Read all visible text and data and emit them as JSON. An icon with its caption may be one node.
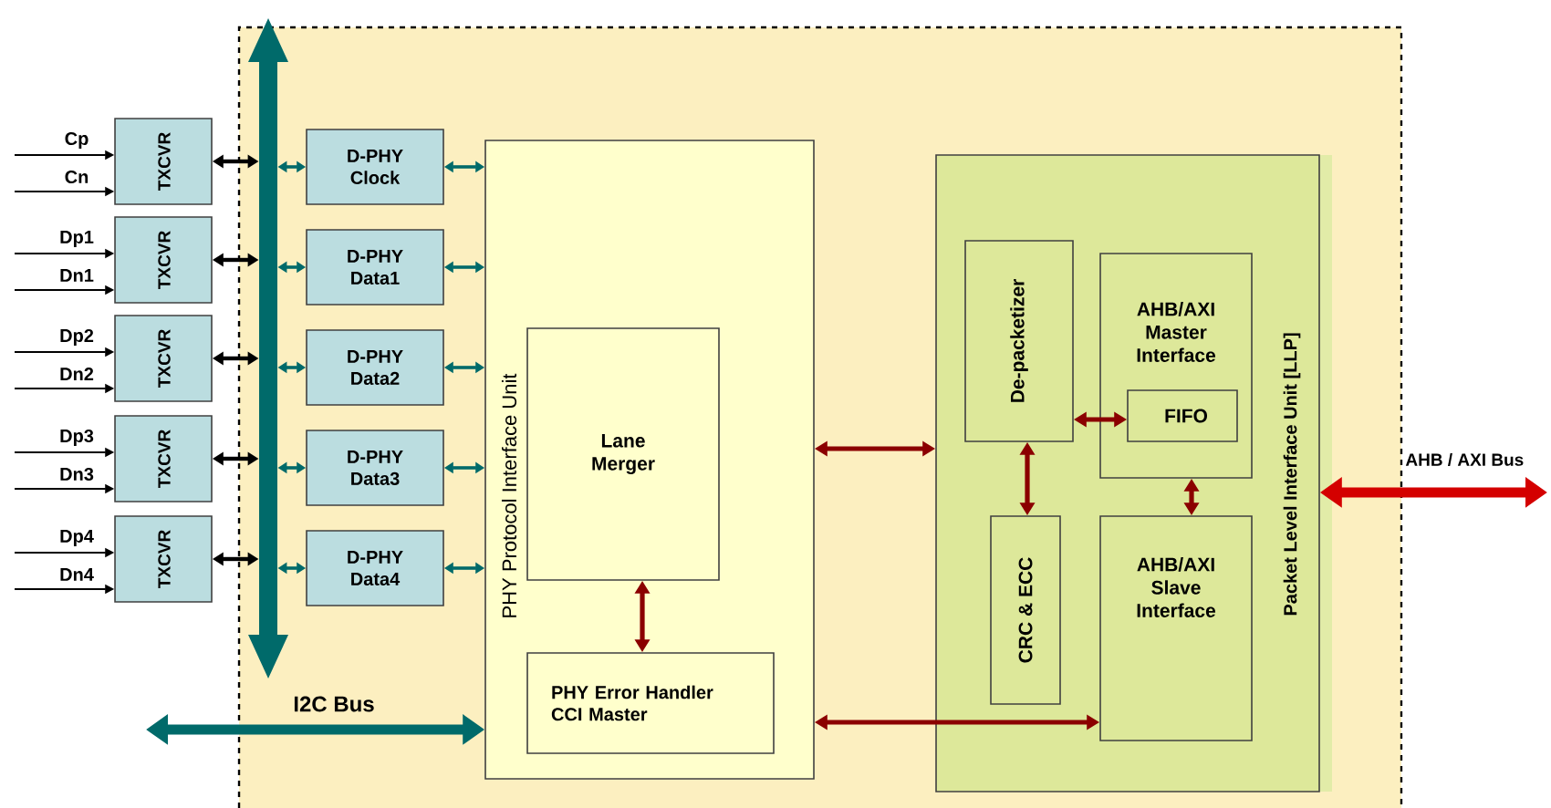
{
  "diagram": {
    "nodes": [
      {
        "text": [
          "TXCVR"
        ]
      },
      {
        "text": [
          "TXCVR"
        ]
      },
      {
        "text": [
          "TXCVR"
        ]
      },
      {
        "text": [
          "TXCVR"
        ]
      },
      {
        "text": [
          "TXCVR"
        ]
      },
      {
        "text": [
          "D-PHY Clock"
        ]
      },
      {
        "text": [
          "D-PHY Data1"
        ]
      },
      {
        "text": [
          "D-PHY Data2"
        ]
      },
      {
        "text": [
          "D-PHY Data3"
        ]
      },
      {
        "text": [
          "D-PHY Data4"
        ]
      },
      {
        "text": [
          "PHY Protocol Interface Unit"
        ]
      },
      {
        "text": [
          "Lane Merger"
        ],
        "in": 10
      },
      {
        "text": [
          "PHY Error Handler CCI Master"
        ],
        "in": 10
      },
      {
        "text": [
          "Packet Level Interface Unit [LLP]"
        ]
      },
      {
        "text": [
          "De-packetizer"
        ],
        "in": 13
      },
      {
        "text": [
          "AHB/AXI Master Interface"
        ],
        "in": 13
      },
      {
        "text": [
          "FIFO"
        ],
        "in": 15
      },
      {
        "text": [
          "CRC & ECC"
        ],
        "in": 13
      },
      {
        "text": [
          "AHB/AXI Slave Interface"
        ],
        "in": 13
      },
      {
        "text": [],
        "shape": "bar"
      }
    ],
    "edges": [
      {
        "from": null,
        "to": 0,
        "arrow": "to",
        "label": "Cp"
      },
      {
        "from": null,
        "to": 0,
        "arrow": "to",
        "label": "Cn"
      },
      {
        "from": null,
        "to": 1,
        "arrow": "to",
        "label": "Dp1"
      },
      {
        "from": null,
        "to": 1,
        "arrow": "to",
        "label": "Dn1"
      },
      {
        "from": null,
        "to": 2,
        "arrow": "to",
        "label": "Dp2"
      },
      {
        "from": null,
        "to": 2,
        "arrow": "to",
        "label": "Dn2"
      },
      {
        "from": null,
        "to": 3,
        "arrow": "to",
        "label": "Dp3"
      },
      {
        "from": null,
        "to": 3,
        "arrow": "to",
        "label": "Dn3"
      },
      {
        "from": null,
        "to": 4,
        "arrow": "to",
        "label": "Dp4"
      },
      {
        "from": null,
        "to": 4,
        "arrow": "to",
        "label": "Dn4"
      },
      {
        "from": 0,
        "to": 19,
        "arrow": "both"
      },
      {
        "from": 1,
        "to": 19,
        "arrow": "both"
      },
      {
        "from": 2,
        "to": 19,
        "arrow": "both"
      },
      {
        "from": 3,
        "to": 19,
        "arrow": "both"
      },
      {
        "from": 4,
        "to": 19,
        "arrow": "both"
      },
      {
        "from": 19,
        "to": 5,
        "arrow": "both",
        "color": "#006a6a"
      },
      {
        "from": 19,
        "to": 6,
        "arrow": "both",
        "color": "#006a6a"
      },
      {
        "from": 19,
        "to": 7,
        "arrow": "both",
        "color": "#006a6a"
      },
      {
        "from": 19,
        "to": 8,
        "arrow": "both",
        "color": "#006a6a"
      },
      {
        "from": 19,
        "to": 9,
        "arrow": "both",
        "color": "#006a6a"
      },
      {
        "from": 5,
        "to": 10,
        "arrow": "both",
        "color": "#006a6a"
      },
      {
        "from": 6,
        "to": 10,
        "arrow": "both",
        "color": "#006a6a"
      },
      {
        "from": 7,
        "to": 10,
        "arrow": "both",
        "color": "#006a6a"
      },
      {
        "from": 8,
        "to": 10,
        "arrow": "both",
        "color": "#006a6a"
      },
      {
        "from": 9,
        "to": 10,
        "arrow": "both",
        "color": "#006a6a"
      },
      {
        "from": null,
        "to": 10,
        "arrow": "both",
        "label": "I2C Bus",
        "style": "thick",
        "color": "#006a6a"
      },
      {
        "from": 11,
        "to": 12,
        "arrow": "both",
        "color": "#8b0000"
      },
      {
        "from": 10,
        "to": 13,
        "arrow": "both",
        "color": "#8b0000"
      },
      {
        "from": 10,
        "to": 18,
        "arrow": "both",
        "color": "#8b0000"
      },
      {
        "from": 14,
        "to": 16,
        "arrow": "both",
        "color": "#8b0000"
      },
      {
        "from": 14,
        "to": 17,
        "arrow": "both",
        "color": "#8b0000"
      },
      {
        "from": 15,
        "to": 18,
        "arrow": "both",
        "color": "#8b0000"
      },
      {
        "from": 13,
        "to": null,
        "arrow": "both",
        "label": "AHB / AXI Bus",
        "style": "thick",
        "color": "#d40000"
      }
    ]
  }
}
